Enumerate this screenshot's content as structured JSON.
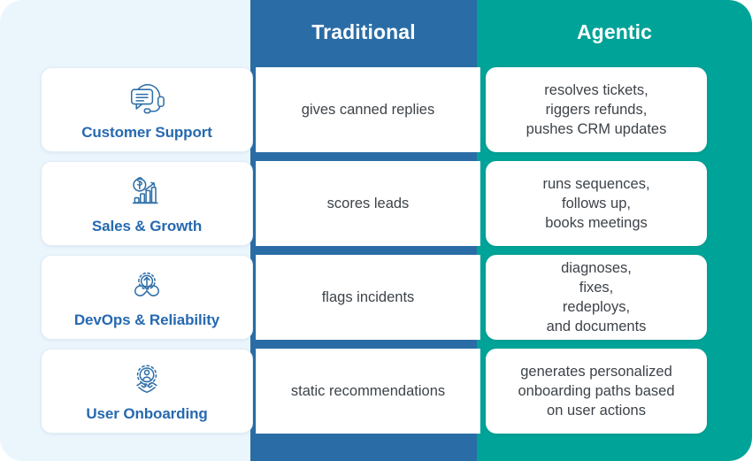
{
  "theme": {
    "page_background": "#ebf5fc",
    "traditional_color": "#2a6da6",
    "agentic_color": "#00a397",
    "label_color": "#2669b0",
    "cell_text_color": "#3d4349",
    "card_background": "#ffffff"
  },
  "header": {
    "category_spacer": "",
    "traditional": "Traditional",
    "agentic": "Agentic"
  },
  "rows": [
    {
      "icon": "headset-chat-icon",
      "label": "Customer Support",
      "traditional": "gives canned replies",
      "agentic": "resolves tickets,\nriggers refunds,\npushes CRM updates"
    },
    {
      "icon": "coin-bar-chart-growth-icon",
      "label": "Sales & Growth",
      "traditional": "scores leads",
      "agentic": "runs sequences,\nfollows up,\nbooks meetings"
    },
    {
      "icon": "infinity-gear-devops-icon",
      "label": "DevOps & Reliability",
      "traditional": "flags incidents",
      "agentic": "diagnoses,\nfixes,\nredeploys,\nand documents"
    },
    {
      "icon": "user-gear-handshake-icon",
      "label": "User Onboarding",
      "traditional": "static recommendations",
      "agentic": "generates personalized\nonboarding paths based\non user actions"
    }
  ]
}
